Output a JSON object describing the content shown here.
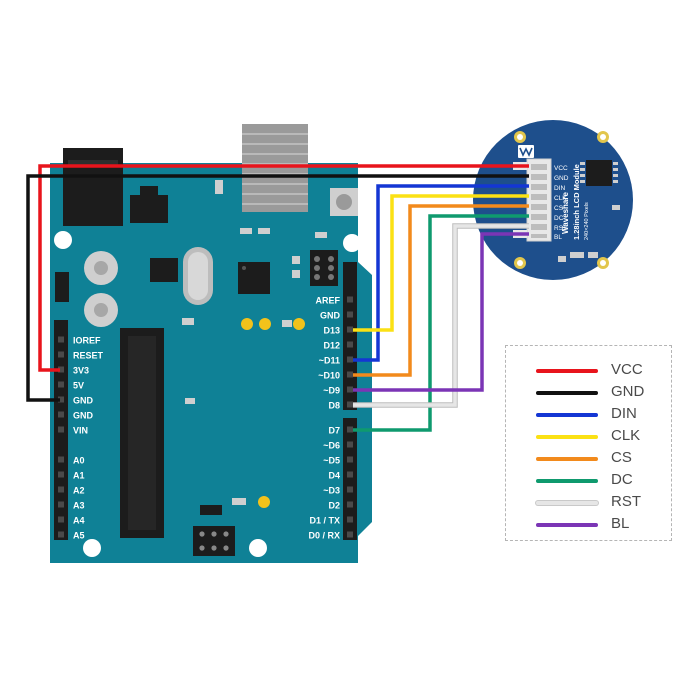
{
  "board": {
    "left_pins": [
      "IOREF",
      "RESET",
      "3V3",
      "5V",
      "GND",
      "GND",
      "VIN",
      "A0",
      "A1",
      "A2",
      "A3",
      "A4",
      "A5"
    ],
    "right_pins": [
      "AREF",
      "GND",
      "D13",
      "D12",
      "~D11",
      "~D10",
      "~D9",
      "D8",
      "D7",
      "~D6",
      "~D5",
      "D4",
      "~D3",
      "D2",
      "D1 / TX",
      "D0 / RX"
    ],
    "color": "#0f8196"
  },
  "module": {
    "brand": "Waveshare",
    "title": "1.28inch LCD Module",
    "subtitle": "240×240 Pixels",
    "pins": [
      "VCC",
      "GND",
      "DIN",
      "CLK",
      "CS",
      "DC",
      "RST",
      "BL"
    ],
    "color": "#1e4f8c"
  },
  "wires": [
    {
      "signal": "VCC",
      "color": "#e8141c",
      "board_pin": "3V3"
    },
    {
      "signal": "GND",
      "color": "#111111",
      "board_pin": "GND"
    },
    {
      "signal": "DIN",
      "color": "#1436d4",
      "board_pin": "~D11"
    },
    {
      "signal": "CLK",
      "color": "#fbe114",
      "board_pin": "D13"
    },
    {
      "signal": "CS",
      "color": "#f28a1c",
      "board_pin": "~D10"
    },
    {
      "signal": "DC",
      "color": "#0f9a6e",
      "board_pin": "D7"
    },
    {
      "signal": "RST",
      "color": "#e6e6e6",
      "board_pin": "D8"
    },
    {
      "signal": "BL",
      "color": "#7b35b5",
      "board_pin": "~D9"
    }
  ],
  "legend": [
    {
      "label": "VCC",
      "color": "#e8141c"
    },
    {
      "label": "GND",
      "color": "#111111"
    },
    {
      "label": "DIN",
      "color": "#1436d4"
    },
    {
      "label": "CLK",
      "color": "#fbe114"
    },
    {
      "label": "CS",
      "color": "#f28a1c"
    },
    {
      "label": "DC",
      "color": "#0f9a6e"
    },
    {
      "label": "RST",
      "color": "#e6e6e6"
    },
    {
      "label": "BL",
      "color": "#7b35b5"
    }
  ]
}
